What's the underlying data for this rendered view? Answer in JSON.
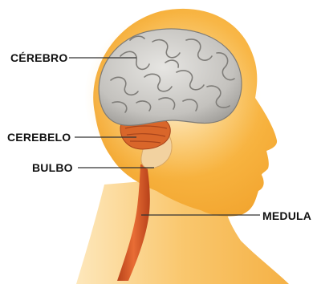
{
  "labels": {
    "cerebro": "CÉREBRO",
    "cerebelo": "CEREBELO",
    "bulbo": "BULBO",
    "medula": "MEDULA"
  },
  "colors": {
    "head_skin": "#f7b23e",
    "head_glow": "#fde9bf",
    "brain": "#c9c7c3",
    "brain_folds": "#8e8c88",
    "cerebellum": "#d9662a",
    "brainstem": "#f2d2a0",
    "spinal_cord": "#d85a22",
    "leader_line": "#333333"
  }
}
